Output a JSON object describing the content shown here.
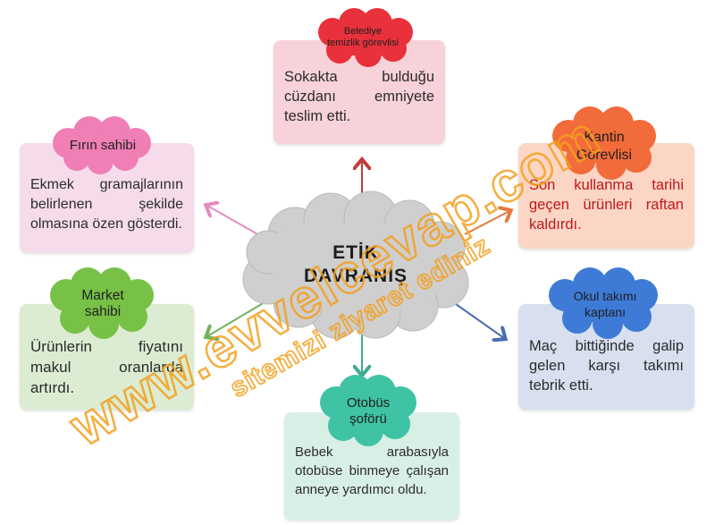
{
  "center": {
    "title": "ETİK\nDAVRANIŞ"
  },
  "nodes": {
    "belediye": {
      "label": "Belediye\ntemizlik görevlisi",
      "text": "Sokakta bulduğu cüzdanı emniyete teslim etti."
    },
    "firin": {
      "label": "Fırın sahibi",
      "text": "Ekmek gramajlarının belirlenen şekilde olmasına özen gösterdi."
    },
    "kantin": {
      "label": "Kantin\nGörevlisi",
      "text": "Son kullanma tarihi geçen ürünleri raftan kaldırdı."
    },
    "market": {
      "label": "Market\nsahibi",
      "text": "Ürünlerin fiyatını makul oranlarda artırdı."
    },
    "okul": {
      "label": "Okul takımı\nkaptanı",
      "text": "Maç bittiğinde galip gelen karşı takımı tebrik etti."
    },
    "otobus": {
      "label": "Otobüs\nşoförü",
      "text": "Bebek arabasıyla otobüse binmeye çalışan anneye yardımcı oldu."
    }
  },
  "watermark": {
    "main": "www.evvelcevap.com",
    "sub": "sitemizi ziyaret ediniz"
  },
  "colors": {
    "belediye_card": "#f7d2d9",
    "belediye_badge": "#e8313b",
    "firin_card": "#f6dcea",
    "firin_badge": "#ef7fb5",
    "kantin_card": "#fbd6c4",
    "kantin_badge": "#f26b3a",
    "kantin_text": "#c2161c",
    "market_card": "#dcecd2",
    "market_badge": "#78c147",
    "okul_card": "#d8e0f0",
    "okul_badge": "#3d7bd6",
    "otobus_card": "#d8efe6",
    "otobus_badge": "#3fc3a4",
    "center_cloud": "#cfcfcf",
    "watermark": "#f3a01e"
  }
}
